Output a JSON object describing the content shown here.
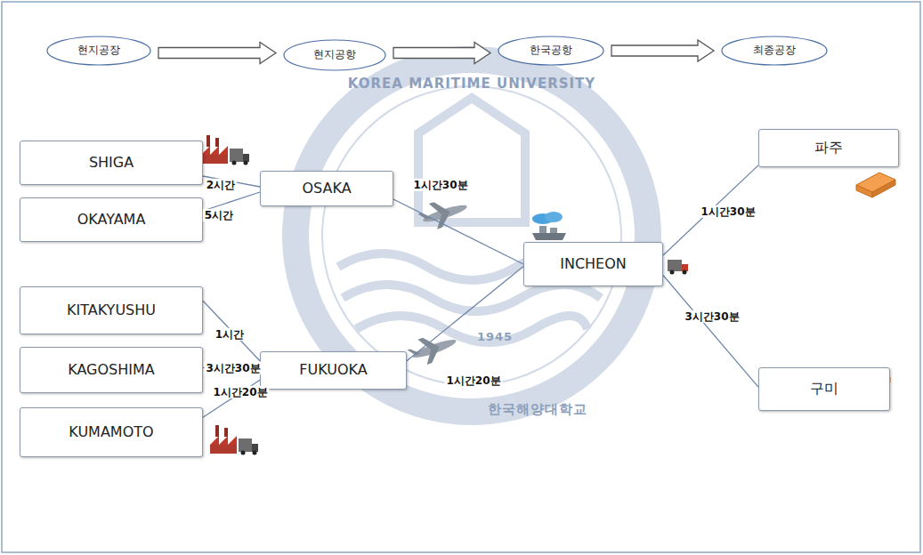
{
  "diagram": {
    "nodes": [
      {
        "text": [
          "현지공장"
        ]
      },
      {
        "text": [
          "현지공항"
        ]
      },
      {
        "text": [
          "한국공항"
        ]
      },
      {
        "text": [
          "최종공장"
        ]
      },
      {
        "text": [
          "SHIGA"
        ]
      },
      {
        "text": [
          "OKAYAMA"
        ]
      },
      {
        "text": [
          "OSAKA"
        ]
      },
      {
        "text": [
          "KITAKYUSHU"
        ]
      },
      {
        "text": [
          "KAGOSHIMA"
        ]
      },
      {
        "text": [
          "KUMAMOTO"
        ]
      },
      {
        "text": [
          "FUKUOKA"
        ]
      },
      {
        "text": [
          "INCHEON"
        ]
      },
      {
        "text": [
          "파주"
        ]
      },
      {
        "text": [
          "구미"
        ]
      }
    ],
    "edges": [
      {
        "from": 0,
        "to": 1,
        "arrow": "to"
      },
      {
        "from": 1,
        "to": 2,
        "arrow": "to"
      },
      {
        "from": 2,
        "to": 3,
        "arrow": "to"
      },
      {
        "from": 4,
        "to": 6,
        "label": "2시간",
        "arrow": "none"
      },
      {
        "from": 5,
        "to": 6,
        "label": "5시간",
        "arrow": "none"
      },
      {
        "from": 6,
        "to": 11,
        "label": "1시간30분",
        "arrow": "none"
      },
      {
        "from": 7,
        "to": 10,
        "label": "1시간",
        "arrow": "none"
      },
      {
        "from": 8,
        "to": 10,
        "label": "3시간30분",
        "arrow": "none"
      },
      {
        "from": 9,
        "to": 10,
        "label": "1시간20분",
        "arrow": "none"
      },
      {
        "from": 10,
        "to": 11,
        "label": "1시간20분",
        "arrow": "none"
      },
      {
        "from": 11,
        "to": 12,
        "label": "1시간30분",
        "arrow": "none"
      },
      {
        "from": 11,
        "to": 13,
        "label": "3시간30분",
        "arrow": "none"
      }
    ],
    "labels": [
      "KOREA MARITIME UNIVERSITY",
      "1945",
      "한국해양대학교"
    ]
  }
}
